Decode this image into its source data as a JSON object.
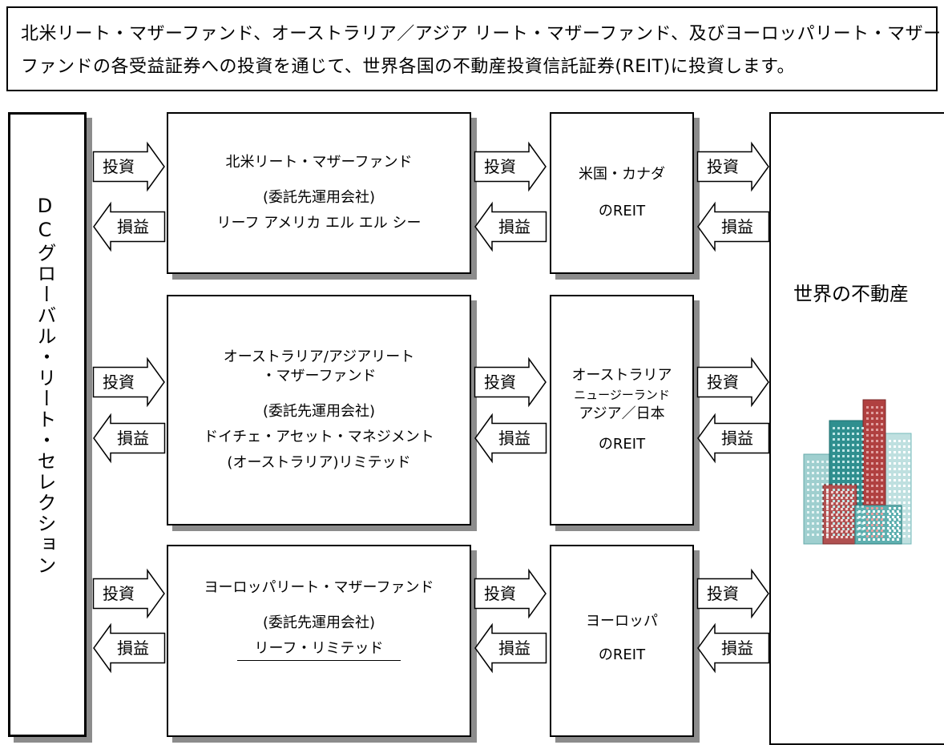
{
  "intro": {
    "line1": "北米リート・マザーファンド、オーストラリア／アジア リート・マザーファンド、及びヨーロッパリート・マザー",
    "line2": "ファンドの各受益証券への投資を通じて、世界各国の不動産投資信託証券(REIT)に投資します。"
  },
  "dc_fund": "DCグローバル・リート・セレクション",
  "world": "世界の不動産",
  "arrows": {
    "invest": "投資",
    "return": "損益"
  },
  "funds": [
    {
      "name_lines": [
        "北米リート・マザーファンド"
      ],
      "manager_label": "(委託先運用会社)",
      "manager_lines": [
        "リーフ アメリカ エル エル シー"
      ],
      "reit_lines": [
        "米国・カナダ",
        "のREIT"
      ]
    },
    {
      "name_lines": [
        "オーストラリア/アジアリート",
        "・マザーファンド"
      ],
      "manager_label": "(委託先運用会社)",
      "manager_lines": [
        "ドイチェ・アセット・マネジメント",
        "(オーストラリア)リミテッド"
      ],
      "reit_lines": [
        "オーストラリア",
        "ニュージーランド",
        "アジア／日本",
        "のREIT"
      ]
    },
    {
      "name_lines": [
        "ヨーロッパリート・マザーファンド"
      ],
      "manager_label": "(委託先運用会社)",
      "manager_lines": [
        "リーフ・リミテッド"
      ],
      "reit_lines": [
        "ヨーロッパ",
        "のREIT"
      ]
    }
  ],
  "colors": {
    "border": "#000000",
    "shadow": "#8c8c8c",
    "building_teal": "#2f8f8f",
    "building_red": "#b04040"
  },
  "icons": [
    "buildings-illustration"
  ]
}
